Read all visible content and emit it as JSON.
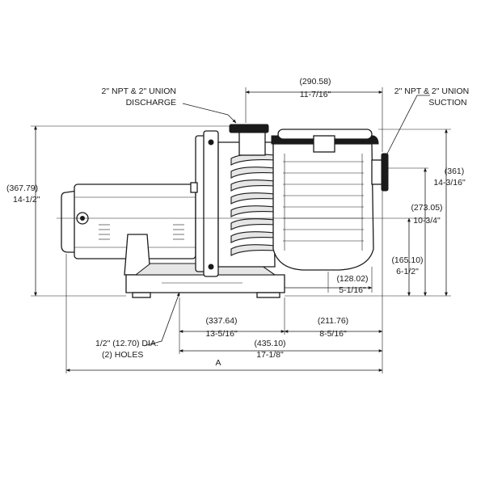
{
  "callouts": {
    "discharge_line1": "2\" NPT & 2\" UNION",
    "discharge_line2": "DISCHARGE",
    "suction_line1": "2\" NPT & 2\" UNION",
    "suction_line2": "SUCTION",
    "holes_line1": "1/2\" (12.70) DIA.",
    "holes_line2": "(2) HOLES"
  },
  "dimensions": {
    "top_width": {
      "mm": "(290.58)",
      "in": "11-7/16\""
    },
    "overall_height": {
      "mm": "(367.79)",
      "in": "14-1/2\""
    },
    "suction_height": {
      "mm": "(361)",
      "in": "14-3/16\""
    },
    "motor_axis_height": {
      "mm": "(273.05)",
      "in": "10-3/4\""
    },
    "suction_centerline": {
      "mm": "(165.10)",
      "in": "6-1/2\""
    },
    "strainer_offset": {
      "mm": "(128.02)",
      "in": "5-1/16\""
    },
    "base_left": {
      "mm": "(337.64)",
      "in": "13-5/16\""
    },
    "base_right": {
      "mm": "(211.76)",
      "in": "8-5/16\""
    },
    "base_total": {
      "mm": "(435.10)",
      "in": "17-1/8\""
    },
    "overall_length": {
      "label": "A"
    }
  },
  "colors": {
    "line": "#1a1a1a",
    "fill": "#ffffff",
    "shade": "#e6e6e6"
  }
}
